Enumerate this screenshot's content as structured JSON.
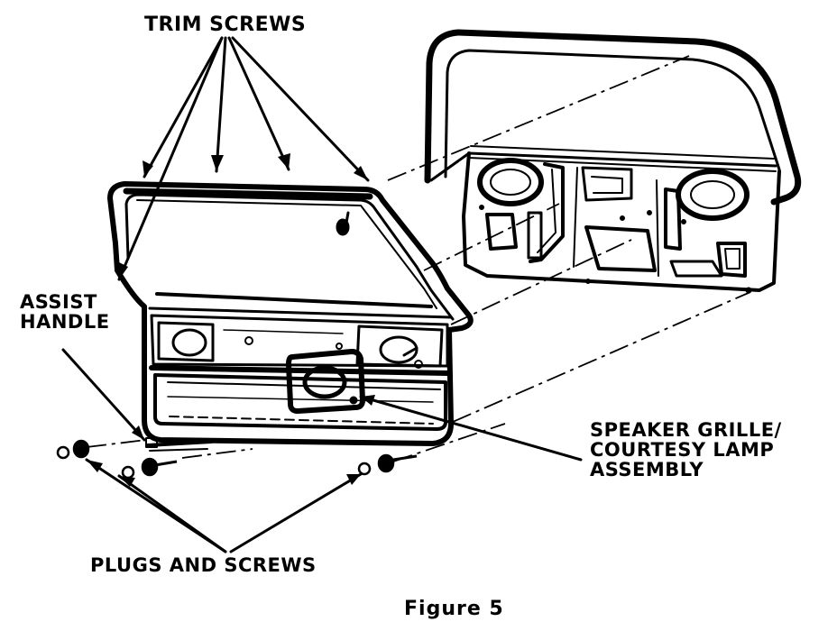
{
  "labels": {
    "trim_screws": "TRIM SCREWS",
    "assist_handle": [
      "ASSIST",
      "HANDLE"
    ],
    "speaker_grille": [
      "SPEAKER GRILLE/",
      "COURTESY LAMP",
      "ASSEMBLY"
    ],
    "plugs_screws": "PLUGS AND SCREWS"
  },
  "caption": "Figure 5",
  "colors": {
    "ink": "#000000",
    "paper": "#ffffff"
  }
}
